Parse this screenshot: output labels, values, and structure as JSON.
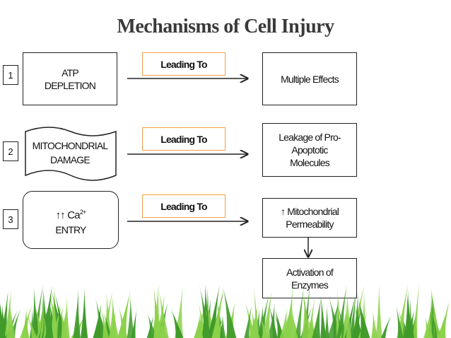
{
  "title": "Mechanisms of Cell Injury",
  "rows": [
    {
      "number": "1",
      "cause_line1": "ATP",
      "cause_line2": "DEPLETION",
      "leading": "Leading To",
      "effect": "Multiple Effects"
    },
    {
      "number": "2",
      "cause_line1": "MITOCHONDRIAL",
      "cause_line2": "DAMAGE",
      "leading": "Leading To",
      "effect_line1": "Leakage of Pro-",
      "effect_line2": "Apoptotic",
      "effect_line3": "Molecules"
    },
    {
      "number": "3",
      "cause_arrows": "↑↑ Ca",
      "cause_sup": "2+",
      "cause_line2": "ENTRY",
      "leading": "Leading To",
      "effect_line1": "↑ Mitochondrial",
      "effect_line2": "Permeability"
    }
  ],
  "final": {
    "line1": "Activation of",
    "line2": "Enzymes"
  },
  "colors": {
    "leading_border": "#f0a24a",
    "grass_light": "#8bd14a",
    "grass_dark": "#3f9a2a"
  }
}
